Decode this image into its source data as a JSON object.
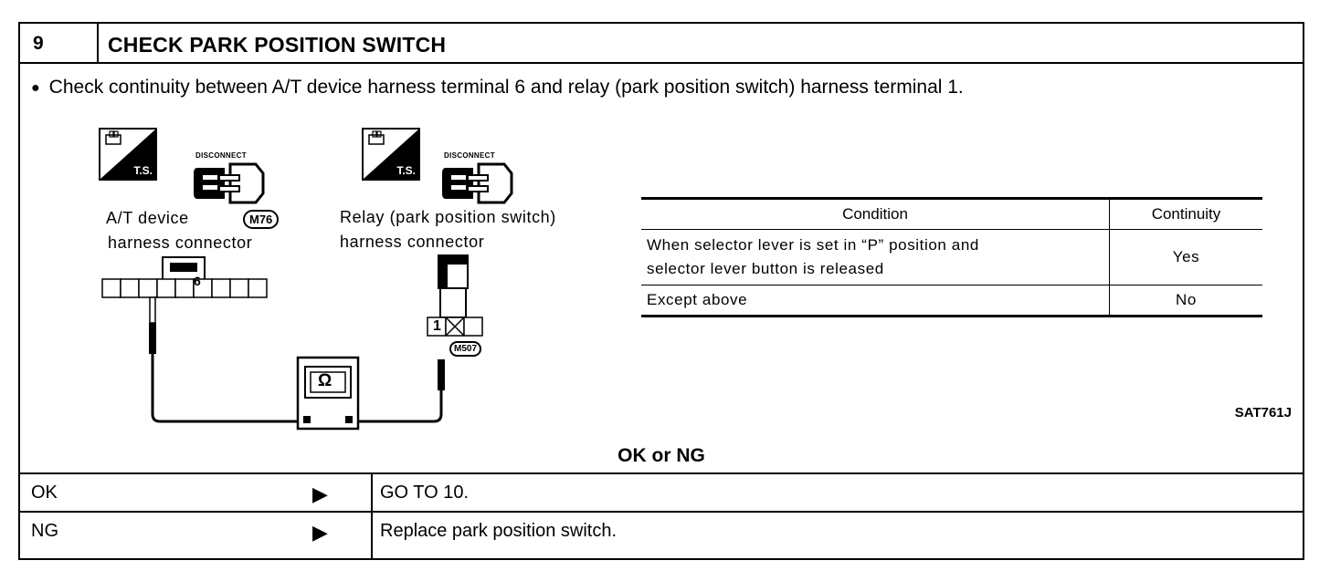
{
  "step": {
    "number": "9",
    "title": "CHECK PARK POSITION SWITCH"
  },
  "instruction": "Check continuity between A/T device harness terminal 6 and relay (park position switch) harness terminal 1.",
  "diagram": {
    "ts_label": "T.S.",
    "disconnect_label": "DISCONNECT",
    "left_connector": {
      "label_line1": "A/T device",
      "label_line2": "harness connector",
      "code": "M76",
      "terminal": "6"
    },
    "right_connector": {
      "label_line1": "Relay (park position switch)",
      "label_line2": "harness connector",
      "code": "M507",
      "terminal": "1"
    },
    "meter_symbol": "Ω",
    "figure_code": "SAT761J"
  },
  "condition_table": {
    "headers": [
      "Condition",
      "Continuity"
    ],
    "rows": [
      {
        "condition_line1": "When selector lever is set in “P” position and",
        "condition_line2": "selector lever button is released",
        "continuity": "Yes"
      },
      {
        "condition_line1": "Except above",
        "continuity": "No"
      }
    ]
  },
  "result_heading": "OK or NG",
  "results": [
    {
      "key": "OK",
      "arrow": "▶",
      "action": "GO TO 10."
    },
    {
      "key": "NG",
      "arrow": "▶",
      "action": "Replace park position switch."
    }
  ]
}
